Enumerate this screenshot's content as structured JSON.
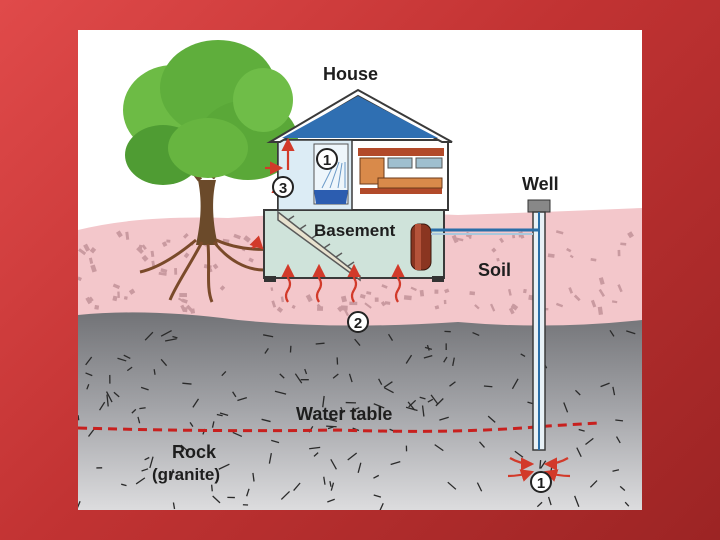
{
  "labels": {
    "house": "House",
    "well": "Well",
    "basement": "Basement",
    "soil": "Soil",
    "water_table": "Water table",
    "rock": "Rock",
    "rock_sub": "(granite)"
  },
  "markers": {
    "m1_house": "1",
    "m2_soil": "2",
    "m3_house": "3",
    "m1_well": "1"
  },
  "colors": {
    "slide_frame": "#c23333",
    "soil": "#f3c7cb",
    "rock": "#8e8f93",
    "roof": "#2f6fb2",
    "arrow": "#d23a2a",
    "water_table": "#c8201e",
    "tree_foliage": "#5fae3c"
  },
  "icons": [
    "tree",
    "house",
    "well-head",
    "water-tank",
    "shower",
    "stairs"
  ]
}
